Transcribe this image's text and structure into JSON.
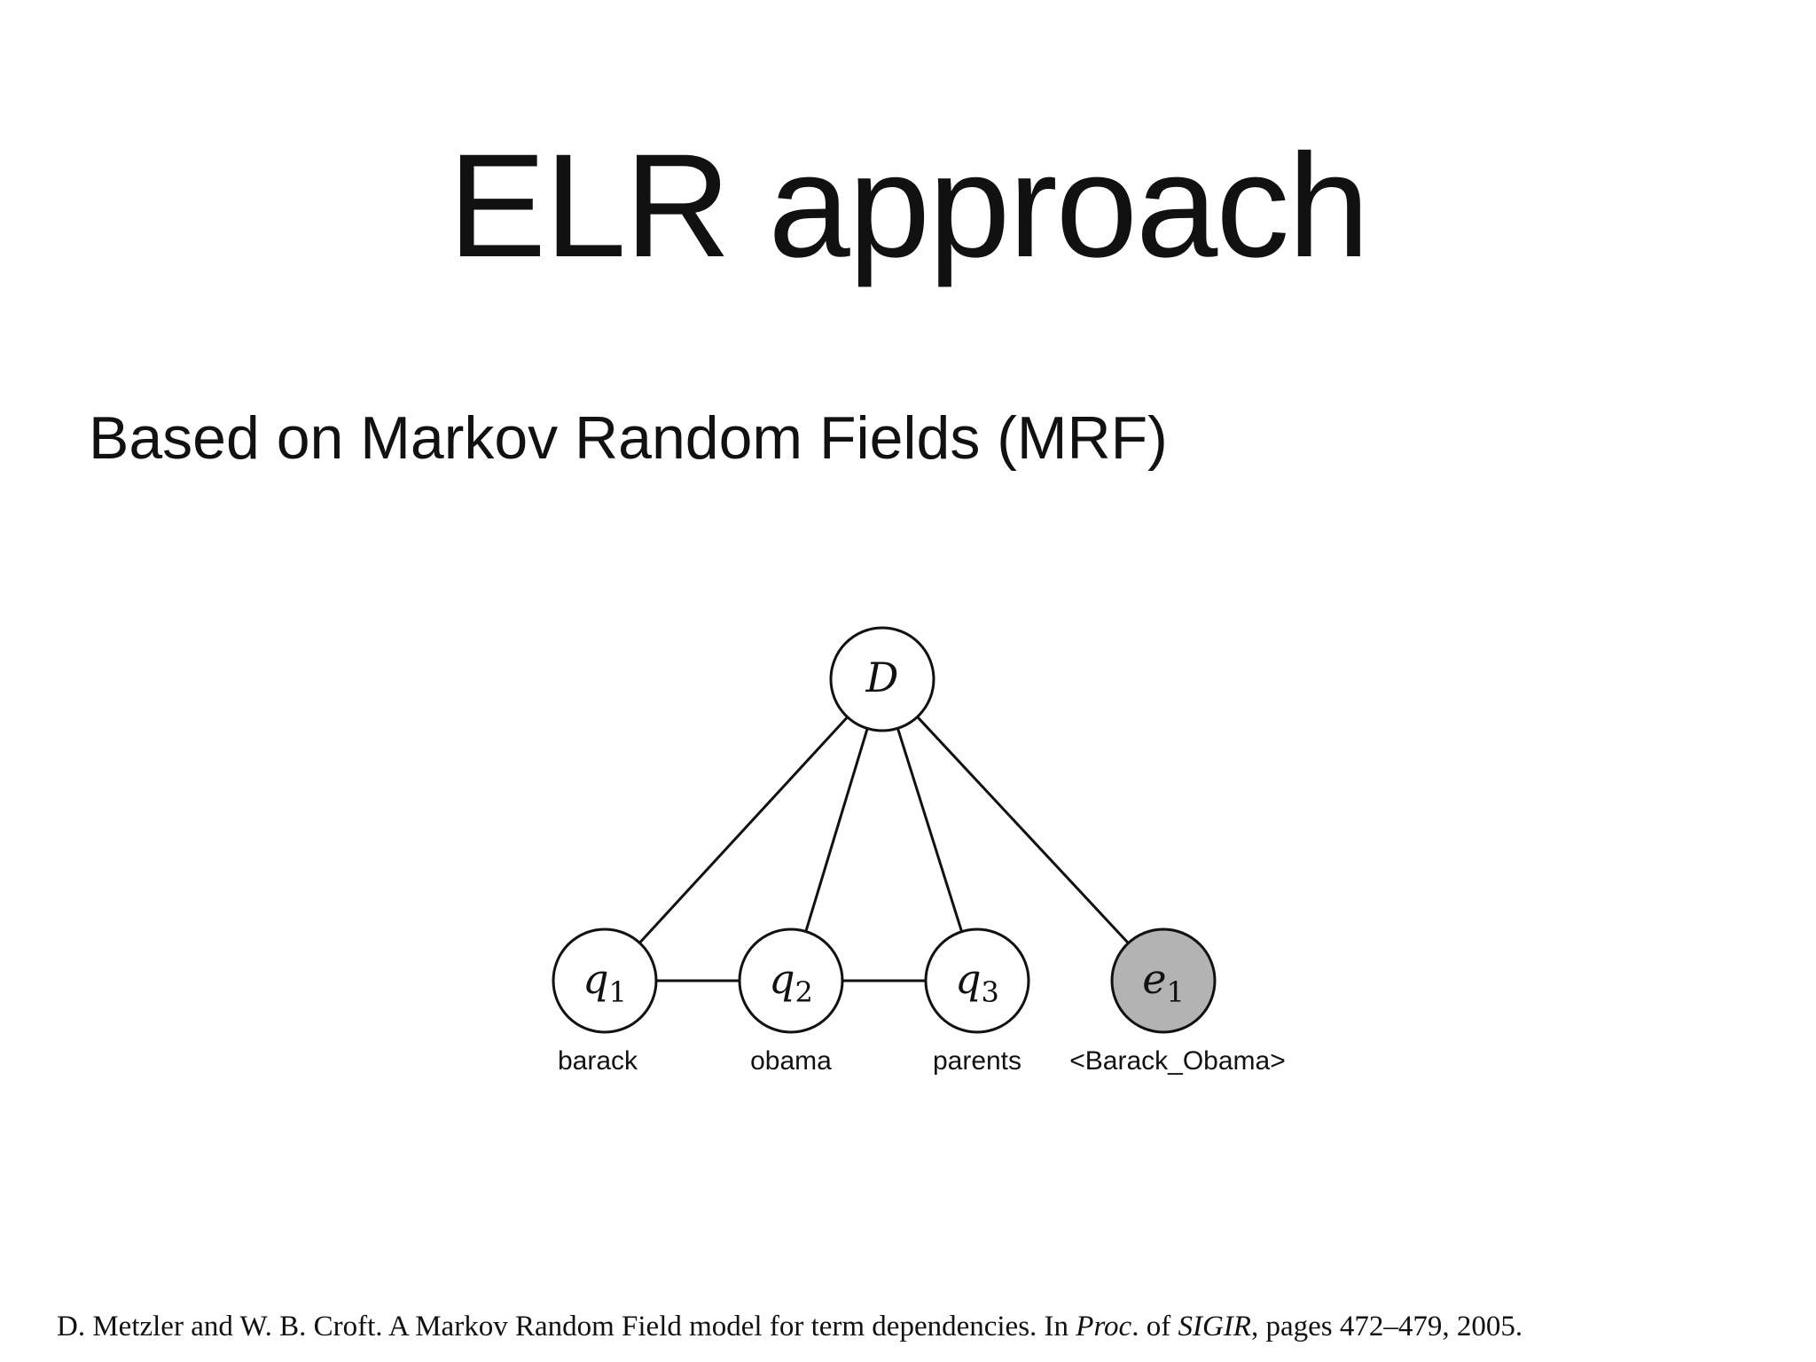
{
  "slide": {
    "title": "ELR approach",
    "subtitle": "Based on Markov Random Fields (MRF)"
  },
  "diagram": {
    "nodes": [
      {
        "id": "D",
        "symbol": "D",
        "subscript": "",
        "term": "",
        "shaded": false
      },
      {
        "id": "q1",
        "symbol": "q",
        "subscript": "1",
        "term": "barack",
        "shaded": false
      },
      {
        "id": "q2",
        "symbol": "q",
        "subscript": "2",
        "term": "obama",
        "shaded": false
      },
      {
        "id": "q3",
        "symbol": "q",
        "subscript": "3",
        "term": "parents",
        "shaded": false
      },
      {
        "id": "e1",
        "symbol": "e",
        "subscript": "1",
        "term": "<Barack_Obama>",
        "shaded": true
      }
    ],
    "edges": [
      [
        "D",
        "q1"
      ],
      [
        "D",
        "q2"
      ],
      [
        "D",
        "q3"
      ],
      [
        "D",
        "e1"
      ],
      [
        "q1",
        "q2"
      ],
      [
        "q2",
        "q3"
      ]
    ],
    "colors": {
      "node_fill": "#ffffff",
      "shaded_fill": "#b3b3b3",
      "stroke": "#111111"
    }
  },
  "citation": {
    "authors": "D. Metzler and W. B. Croft. A Markov Random Field model for term dependencies. In ",
    "venue_prefix": "Proc",
    "venue_sep": ". of ",
    "venue_name": "SIGIR",
    "rest": ", pages 472–479, 2005."
  }
}
